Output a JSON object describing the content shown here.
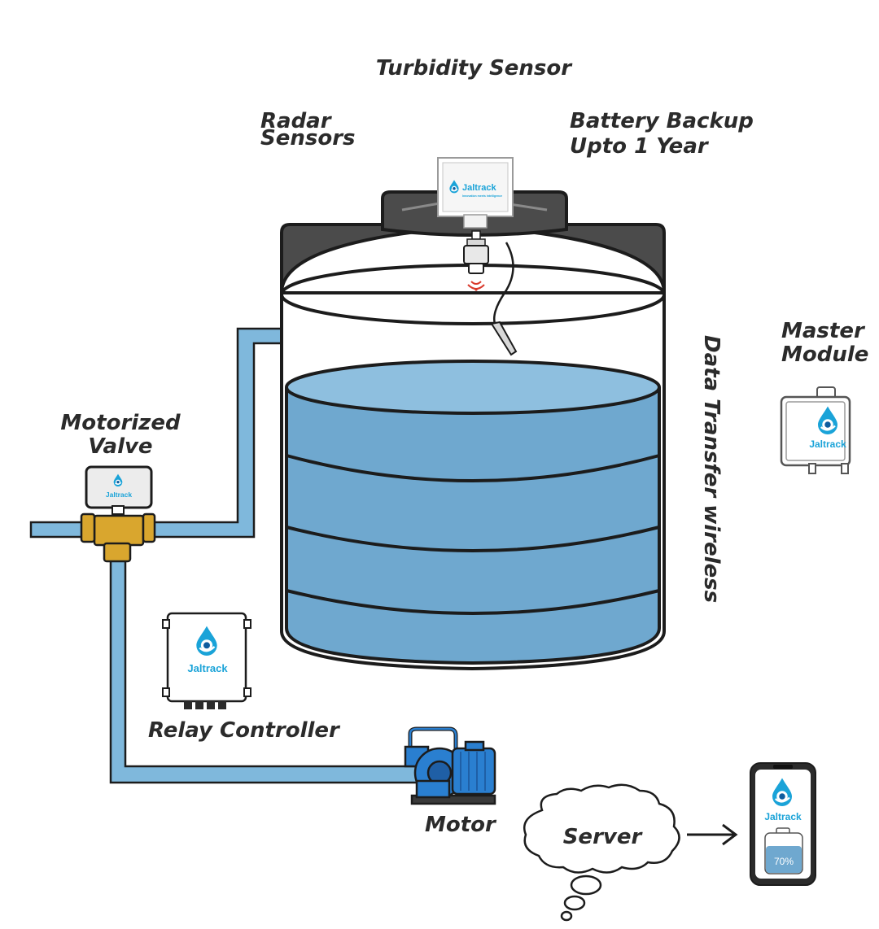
{
  "labels": {
    "turbidity_sensor": "Turbidity Sensor",
    "radar_sensors_line1": "Radar",
    "radar_sensors_line2": "Sensors",
    "battery_line1": "Battery Backup",
    "battery_line2": "Upto 1 Year",
    "master_line1": "Master",
    "master_line2": "Module",
    "data_transfer": "Data Transfer wireless",
    "valve_line1": "Motorized",
    "valve_line2": "Valve",
    "relay_controller": "Relay Controller",
    "motor": "Motor",
    "server": "Server"
  },
  "brand": {
    "name": "Jaltrack",
    "tagline": "Innovation meets intelligence"
  },
  "phone": {
    "tank_level": "70%"
  },
  "colors": {
    "brand": "#1aa3d8",
    "water": "#6fa8cf",
    "pipe": "#7fb8dc",
    "outline": "#1c1c1c",
    "brass": "#d9a62e",
    "motor_blue": "#2a7fd0",
    "lid_gray": "#4b4b4b"
  },
  "icons": [
    "jaltrack-logo-icon",
    "radar-signal-icon",
    "arrow-right-icon",
    "cloud-icon",
    "smartphone-icon"
  ]
}
